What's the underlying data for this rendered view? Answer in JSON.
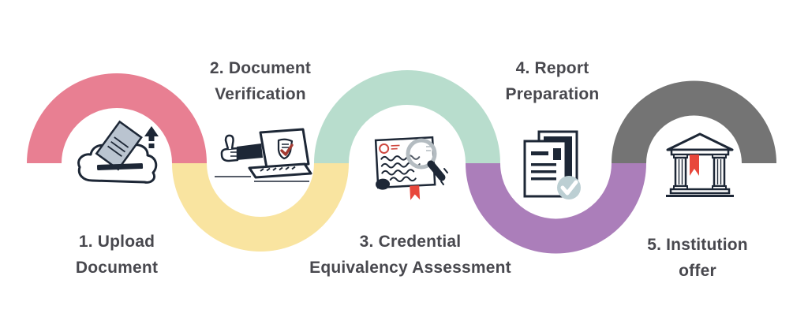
{
  "palette": {
    "background": "#ffffff",
    "ink": "#1d2736",
    "text": "#48484e",
    "red": "#e8473b",
    "dark_red": "#a33a32",
    "seal_red": "#cf4840",
    "doc_gray": "#bac4d0",
    "magnifier_gray": "#b4bcc1",
    "check_circle": "#bccfd3"
  },
  "diagram": {
    "type": "process-flow-wave",
    "step_count": 5,
    "steps": [
      {
        "id": 1,
        "label": "1. Upload Document",
        "line1": "1. Upload",
        "line2": "Document",
        "arc_color": "#e87f92",
        "arc_direction": "up",
        "icon": "upload-document-icon",
        "label_position": "below"
      },
      {
        "id": 2,
        "label": "2. Document Verification",
        "line1": "2. Document",
        "line2": "Verification",
        "arc_color": "#f9e4a0",
        "arc_direction": "down",
        "icon": "document-verification-icon",
        "label_position": "above"
      },
      {
        "id": 3,
        "label": "3. Credential Equivalency Assessment",
        "line1": "3. Credential",
        "line2": "Equivalency Assessment",
        "arc_color": "#b8ddcd",
        "arc_direction": "up",
        "icon": "credential-assessment-icon",
        "label_position": "below"
      },
      {
        "id": 4,
        "label": "4. Report Preparation",
        "line1": "4. Report",
        "line2": "Preparation",
        "arc_color": "#ab7eba",
        "arc_direction": "down",
        "icon": "report-preparation-icon",
        "label_position": "above"
      },
      {
        "id": 5,
        "label": "5. Institution offer",
        "line1": "5. Institution",
        "line2": "offer",
        "arc_color": "#747474",
        "arc_direction": "up",
        "icon": "institution-offer-icon",
        "label_position": "below"
      }
    ]
  }
}
